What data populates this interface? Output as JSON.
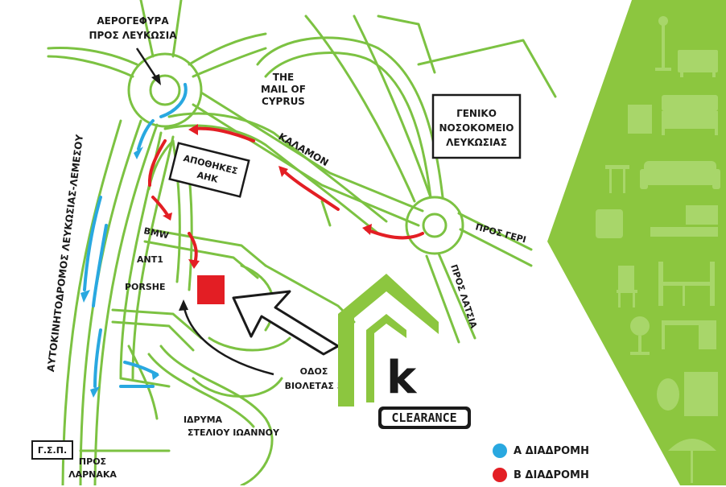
{
  "colors": {
    "road": "#7cc242",
    "brand_green": "#8cc63f",
    "route_a": "#29a8e0",
    "route_b": "#e31e24",
    "store": "#e31e24",
    "text": "#1a1a1a"
  },
  "labels": {
    "bridge_line1": "ΑΕΡΟΓΕΦΥΡΑ",
    "bridge_line2": "ΠΡΟΣ ΛΕΥΚΩΣΙΑ",
    "mall_line1": "THE",
    "mall_line2": "MAIL OF",
    "mall_line3": "CYPRUS",
    "hospital_line1": "ΓΕΝΙΚΟ",
    "hospital_line2": "ΝΟΣΟΚΟΜΕΙΟ",
    "hospital_line3": "ΛΕΥΚΩΣΙΑΣ",
    "kalamon": "ΚΑΛΑΜΟΝ",
    "warehouse_line1": "ΑΠΟΘΗΚΕΣ",
    "warehouse_line2": "ΑΗΚ",
    "highway": "ΑΥΤΟΚΙΝΗΤΟΔΡΟΜΟΣ ΛΕΥΚΩΣΙΑΣ-ΛΕΜΕΣΟΥ",
    "bmw": "BMW",
    "ant1": "ANT1",
    "porshe": "PORSHE",
    "pros_geri": "ΠΡΟΣ ΓΕΡΙ",
    "pros_latsia": "ΠΡΟΣ ΛΑΤΣΙΑ",
    "street_line1": "ΟΔΟΣ",
    "street_line2": "ΒΙΟΛΕΤΑΣ 5",
    "foundation_line1": "ΙΔΡΥΜΑ",
    "foundation_line2": "ΣΤΕΛΙΟΥ ΙΩΑΝΝΟΥ",
    "gsp": "Γ.Σ.Π.",
    "larnaka_line1": "ΠΡΟΣ",
    "larnaka_line2": "ΛΑΡΝΑΚΑ"
  },
  "logo": {
    "letter": "k",
    "word": "CLEARANCE"
  },
  "legend": {
    "route_a": "Α ΔΙΑΔΡΟΜΗ",
    "route_b": "Β ΔΙΑΔΡΟΜΗ"
  },
  "side_panel": {
    "icons": [
      "coat-rack-icon",
      "sideboard-icon",
      "dresser-icon",
      "bed-icon",
      "side-table-icon",
      "sofa-icon",
      "armchair-icon",
      "tv-stand-icon",
      "chair-icon",
      "dining-set-icon",
      "desk-icon",
      "office-chair-icon",
      "mirror-icon",
      "bookshelf-icon",
      "parasol-icon"
    ]
  }
}
